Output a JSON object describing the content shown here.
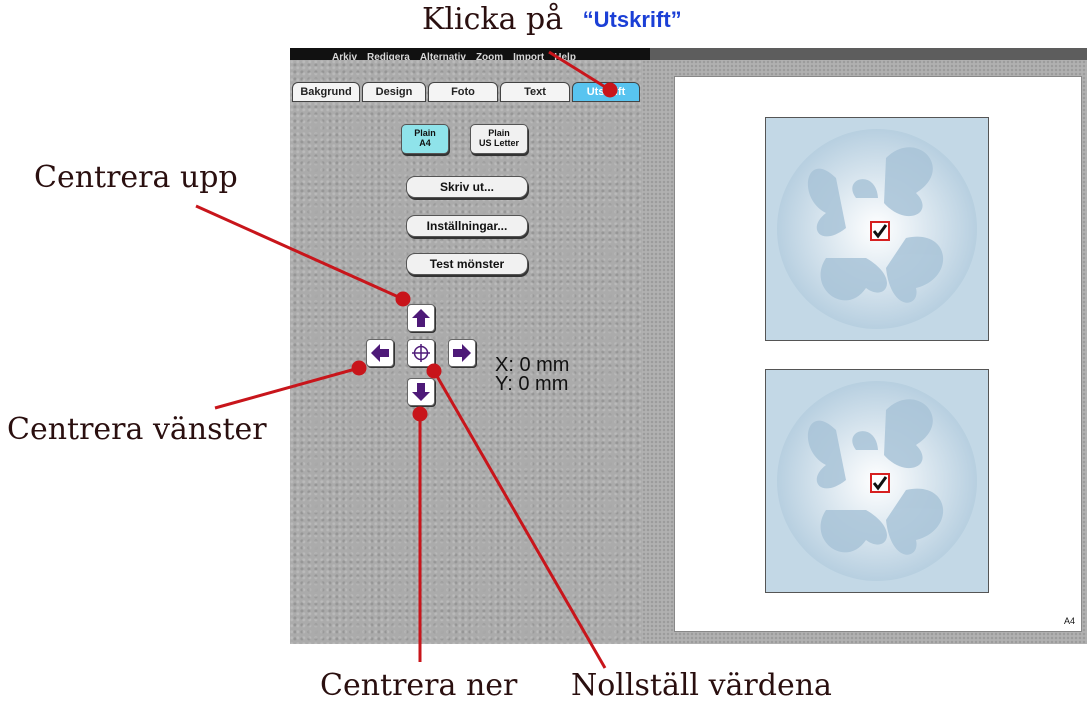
{
  "annotations": {
    "top_prefix": "Klicka på",
    "top_highlight": "“Utskrift”",
    "center_up": "Centrera upp",
    "center_left": "Centrera vänster",
    "center_down": "Centrera ner",
    "reset_values": "Nollställ värdena"
  },
  "menu": {
    "items": [
      "Arkiv",
      "Redigera",
      "Alternativ",
      "Zoom",
      "Import",
      "Help"
    ]
  },
  "tabs": [
    {
      "label": "Bakgrund",
      "active": false
    },
    {
      "label": "Design",
      "active": false
    },
    {
      "label": "Foto",
      "active": false
    },
    {
      "label": "Text",
      "active": false
    },
    {
      "label": "Utskrift",
      "active": true
    }
  ],
  "paper": {
    "a4": {
      "line1": "Plain",
      "line2": "A4",
      "selected": true
    },
    "us": {
      "line1": "Plain",
      "line2": "US Letter",
      "selected": false
    }
  },
  "buttons": {
    "print": "Skriv ut...",
    "settings": "Inställningar...",
    "test": "Test mönster"
  },
  "offset": {
    "x_text": "X: 0 mm",
    "y_text": "Y: 0 mm"
  },
  "page": {
    "size_label": "A4",
    "labels_count": 2
  },
  "colors": {
    "annotation_line": "#c8151b",
    "active_tab": "#58c4f0",
    "arrow_fill": "#4e1a78",
    "highlight_text": "#1b3fd6",
    "label_bg": "#c3d8e6"
  },
  "icons": {
    "up": "arrow-up-icon",
    "down": "arrow-down-icon",
    "left": "arrow-left-icon",
    "right": "arrow-right-icon",
    "center": "crosshair-icon"
  }
}
